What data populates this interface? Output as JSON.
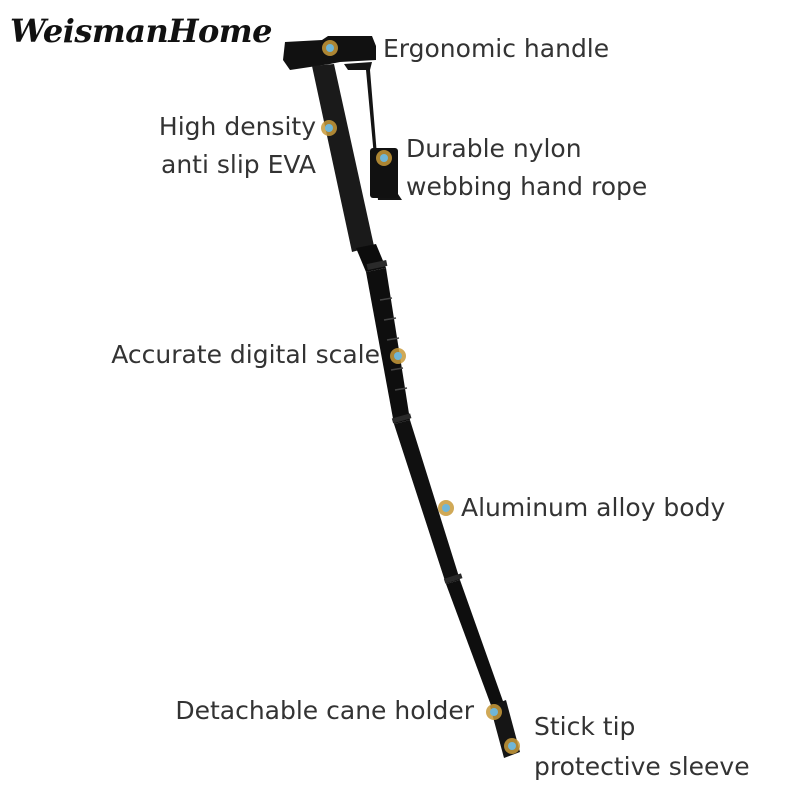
{
  "brand": {
    "name": "WeismanHome"
  },
  "colors": {
    "background": "#ffffff",
    "text": "#333333",
    "cane": "#0e0e0e",
    "grip": "#1a1a1a",
    "marker_ring": "#c89a3a",
    "marker_center": "#6fb6d8"
  },
  "labels": {
    "ergonomic_handle": "Ergonomic handle",
    "high_density_line1": "High density",
    "high_density_line2": "anti slip EVA",
    "durable_line1": "Durable nylon",
    "durable_line2": "webbing hand rope",
    "digital_scale": "Accurate digital scale",
    "aluminum_body": "Aluminum alloy body",
    "cane_holder": "Detachable cane holder",
    "stick_tip_line1": "Stick tip",
    "stick_tip_line2": "protective sleeve"
  }
}
